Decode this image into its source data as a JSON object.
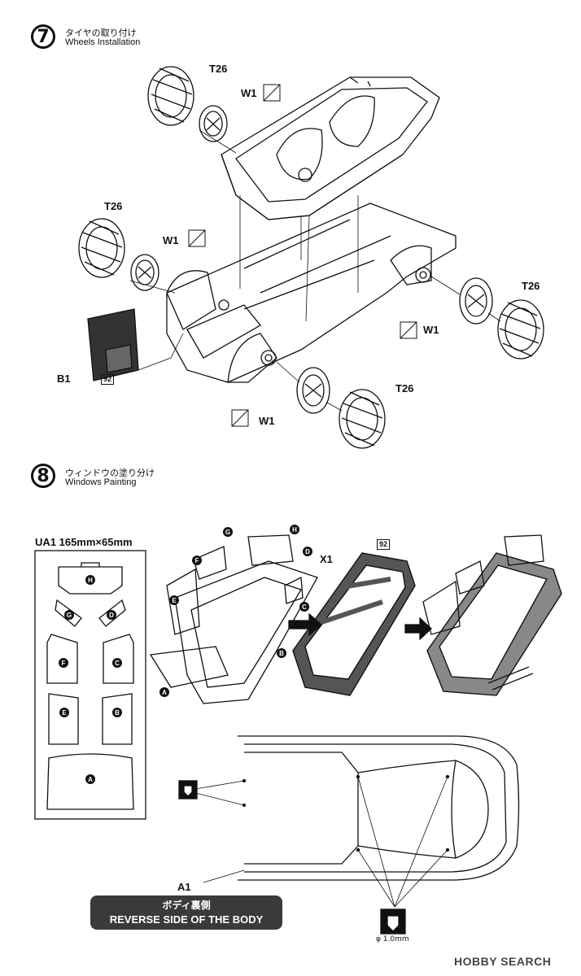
{
  "step7": {
    "number": "7",
    "title_jp": "タイヤの取り付け",
    "title_en": "Wheels Installation",
    "tire_label": "T26",
    "wheel_label": "W1",
    "part_b1": "B1",
    "paint_code": "92"
  },
  "step8": {
    "number": "8",
    "title_jp": "ウィンドウの塗り分け",
    "title_en": "Windows Painting",
    "mask_sheet_title": "UA1  165mm×65mm",
    "mask_letters": [
      "H",
      "G",
      "D",
      "F",
      "C",
      "E",
      "B",
      "A"
    ],
    "x1_label": "X1",
    "paint_code": "92",
    "a1_label": "A1",
    "body_banner_jp": "ボディ裏側",
    "body_banner_en": "REVERSE SIDE OF THE BODY",
    "drill_size": "φ 1.0mm"
  },
  "watermark": "HOBBY SEARCH",
  "colors": {
    "ink": "#111111",
    "banner": "#3a3a3a",
    "paint_gray": "#555555"
  }
}
